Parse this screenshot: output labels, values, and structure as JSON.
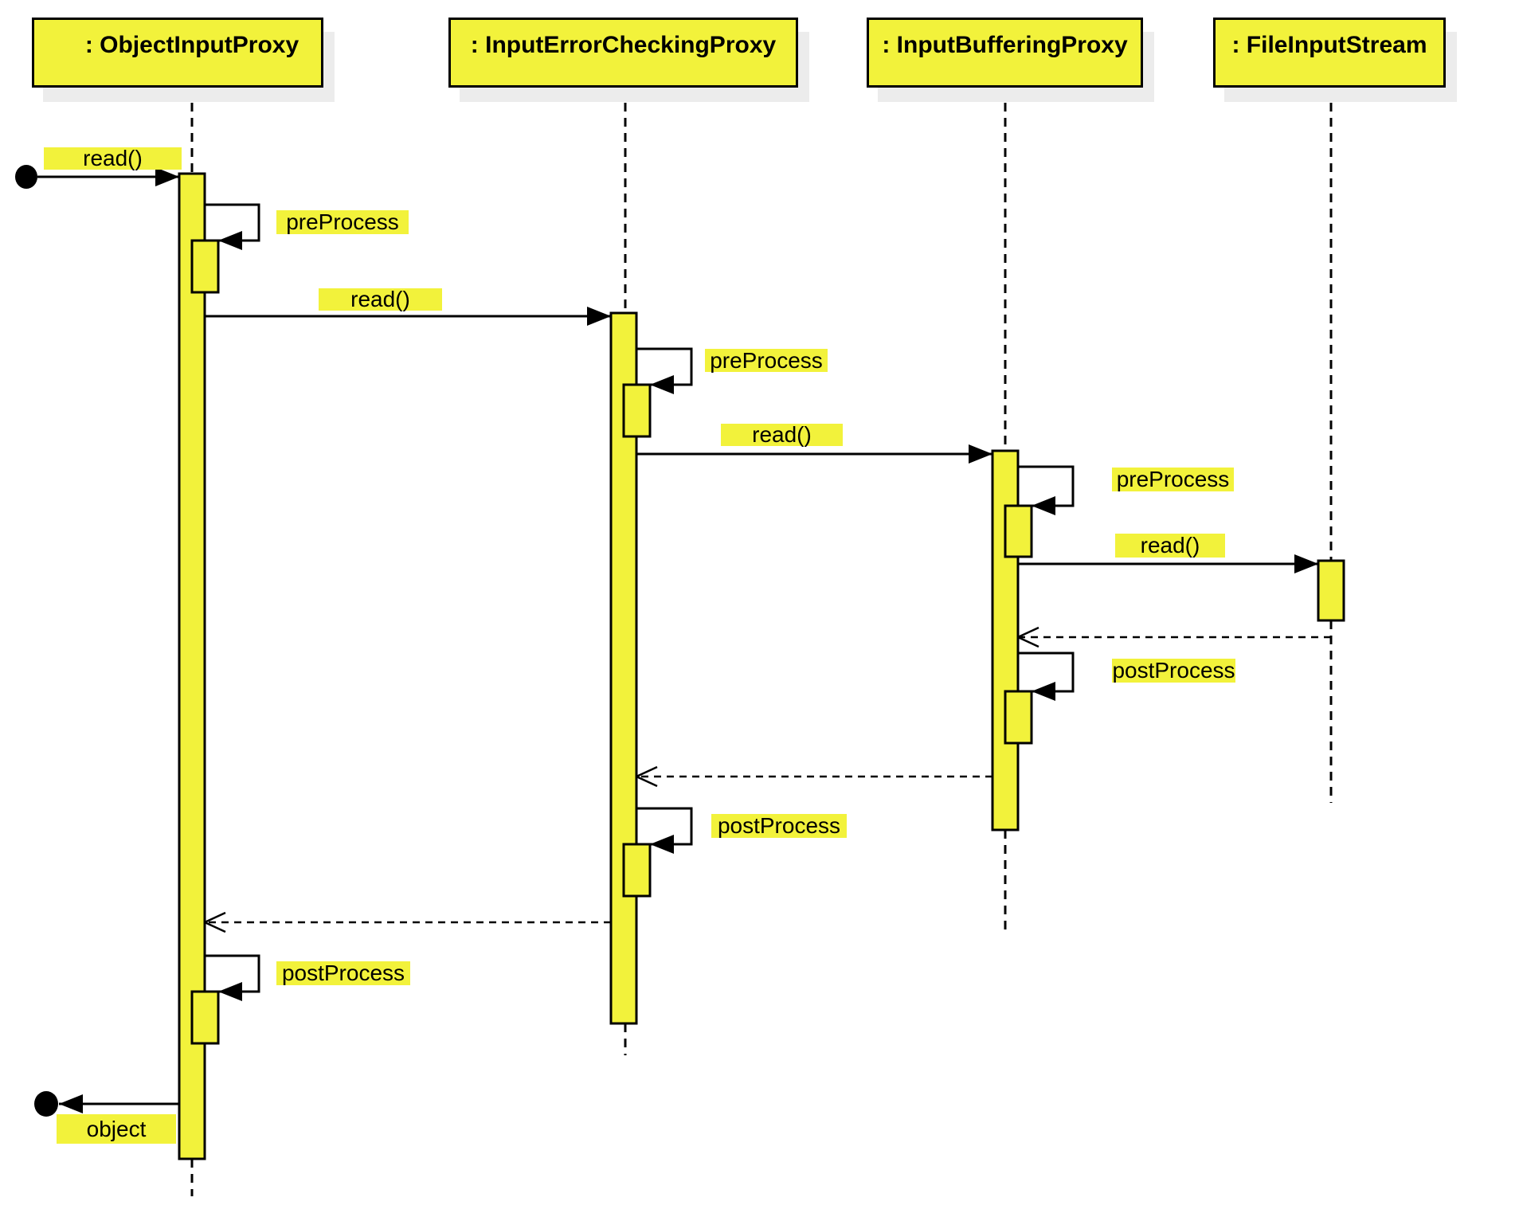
{
  "diagram": {
    "kind": "uml-sequence-diagram",
    "colors": {
      "fill_yellow": "#f2f23b",
      "shadow_gray": "#ececec",
      "line_black": "#000000"
    }
  },
  "lifelines": [
    {
      "title": ": ObjectInputProxy"
    },
    {
      "title": ": InputErrorCheckingProxy"
    },
    {
      "title": ": InputBufferingProxy"
    },
    {
      "title": ": FileInputStream"
    }
  ],
  "messages": {
    "read1": "read()",
    "read2": "read()",
    "read3": "read()",
    "read4": "read()",
    "pre1": "preProcess",
    "pre2": "preProcess",
    "pre3": "preProcess",
    "post1": "postProcess",
    "post2": "postProcess",
    "post3": "postProcess",
    "object_return": "object"
  }
}
